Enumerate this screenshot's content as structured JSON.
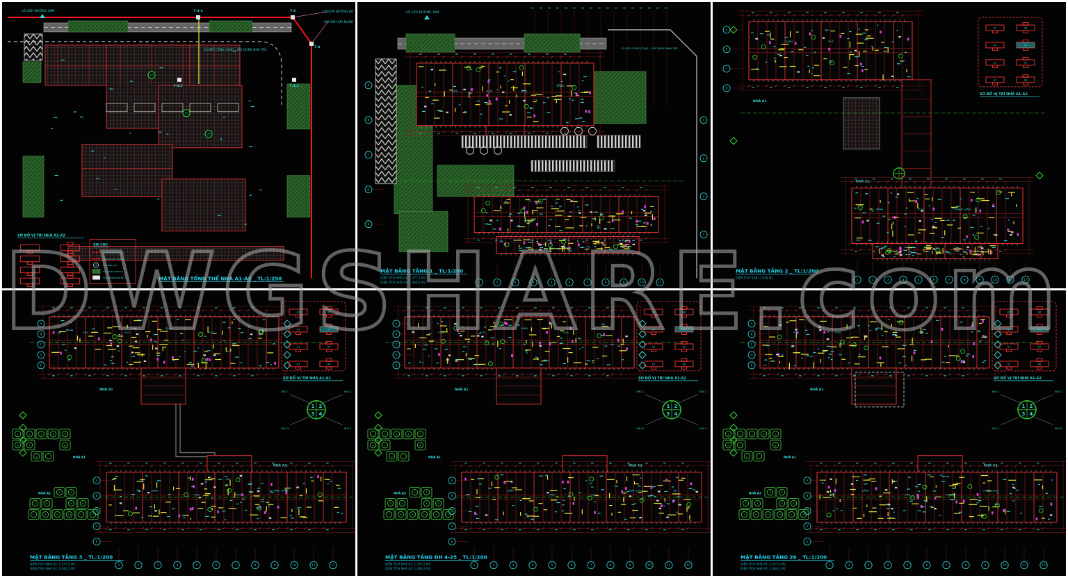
{
  "watermark": {
    "text": "DWGSHARE.com"
  },
  "shared": {
    "location_diagram": {
      "title": "SƠ ĐỒ VỊ TRÍ NHÀ A1-A2",
      "units": [
        "A5",
        "A6",
        "A3",
        "A4",
        "A1",
        "A2",
        "A7",
        "A8"
      ]
    },
    "compass": {
      "quadrants": [
        "1",
        "2",
        "3",
        "4"
      ],
      "labels": [
        "KHU 1",
        "KHU 2",
        "KHU 3",
        "KHU 4"
      ]
    },
    "building_labels": {
      "a1": "NHÀ A1",
      "a2": "NHÀ A2"
    },
    "rooms": [
      "P.VS",
      "SẢNH",
      "HÀNH LANG"
    ],
    "grid_numbers": [
      "1",
      "2",
      "3",
      "4",
      "5",
      "6",
      "7",
      "8",
      "9",
      "10",
      "11",
      "12"
    ],
    "grid_letters": [
      "A",
      "B",
      "C",
      "D",
      "E",
      "F"
    ],
    "unit_numbers_a1": [
      "1",
      "2",
      "3",
      "4",
      "5",
      "6",
      "7",
      "8",
      "9"
    ],
    "unit_numbers_a2": [
      "1",
      "2",
      "3",
      "4",
      "5",
      "6",
      "7",
      "8",
      "9",
      "10"
    ]
  },
  "panels": [
    {
      "id": "tong-the",
      "title": "MẶT BẰNG TỔNG THỂ NHÀ A1-A2 _ TL:1/250",
      "subtitles": [],
      "labels": {
        "road_top": "LỘ GIỚI ĐƯỜNG 40M",
        "red_line": "CHỈ GIỚI ĐƯỜNG ĐỎ",
        "build_line": "CHỈ GIỚI XÂY DỰNG",
        "adjacent": "LÔ ĐẤT CÔNG CỘNG - XÂY DỰNG NHÀ TRẺ",
        "markers": [
          "7-3.1",
          "7-3",
          "7-3.2",
          "7-4.1",
          "7-4"
        ]
      },
      "badges": [
        "18",
        "25",
        "28"
      ],
      "location_title": "SƠ ĐỒ VỊ TRÍ NHÀ A1-A2",
      "legend": {
        "title": "GHI CHÚ",
        "badge": "28",
        "items": [
          "CHỈ GIỚI ĐƯỜNG ĐỎ",
          "CHỈ GIỚI XÂY DỰNG",
          "SỐ TẦNG CAO",
          "CÂY XANH THẢM CỎ",
          "SÂN ĐƯỜNG NỘI BỘ"
        ]
      }
    },
    {
      "id": "tang-1",
      "title": "MẶT BẰNG TẦNG 1 _ TL:1/200",
      "subtitles": [
        "DIỆN TÍCH NHÀ A1: 1.377,5 M2",
        "DIỆN TÍCH NHÀ A2: 1.460,2 M2"
      ],
      "labels": {
        "road_top": "LỘ GIỚI ĐƯỜNG 30M",
        "adjacent": "LÔ ĐẤT CÔNG CỘNG - XÂY DỰNG NHÀ TRẺ"
      }
    },
    {
      "id": "tang-2",
      "title": "MẶT BẰNG TẦNG 2 _ TL:1/200",
      "subtitles": [
        "DIỆN TÍCH SÀN: 2.838 M2"
      ]
    },
    {
      "id": "tang-3",
      "title": "MẶT BẰNG TẦNG 3 _ TL:1/200",
      "subtitles": [
        "DIỆN TÍCH NHÀ A1: 1.377,5 M2",
        "DIỆN TÍCH NHÀ A2: 1.460,2 M2"
      ]
    },
    {
      "id": "tang-dh-4-25",
      "title": "MẶT BẰNG TẦNG ĐH 4-25 _ TL:1/200",
      "subtitles": [
        "DIỆN TÍCH NHÀ A1: 1.377,5 M2",
        "DIỆN TÍCH NHÀ A2: 1.460,2 M2"
      ]
    },
    {
      "id": "tang-26",
      "title": "MẶT BẰNG TẦNG 26 _ TL:1/200",
      "subtitles": [
        "DIỆN TÍCH NHÀ A1: 1.377,5 M2",
        "DIỆN TÍCH NHÀ A2: 1.460,2 M2"
      ]
    }
  ]
}
